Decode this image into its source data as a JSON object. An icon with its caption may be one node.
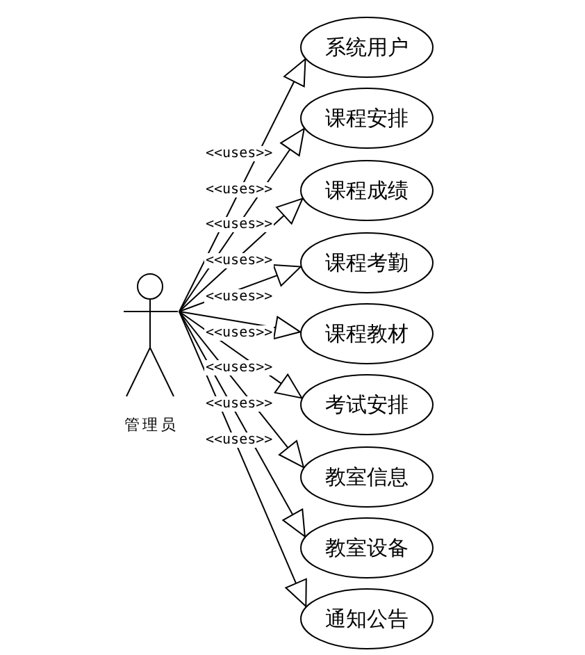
{
  "diagram": {
    "nodes": [
      {
        "text": [
          "管理员"
        ]
      },
      {
        "text": [
          "系统用户"
        ]
      },
      {
        "text": [
          "课程安排"
        ]
      },
      {
        "text": [
          "课程成绩"
        ]
      },
      {
        "text": [
          "课程考勤"
        ]
      },
      {
        "text": [
          "课程教材"
        ]
      },
      {
        "text": [
          "考试安排"
        ]
      },
      {
        "text": [
          "教室信息"
        ]
      },
      {
        "text": [
          "教室设备"
        ]
      },
      {
        "text": [
          "通知公告"
        ]
      }
    ],
    "edges": [
      {
        "from": 0,
        "to": 1,
        "arrow": "to",
        "label": "<<uses>>"
      },
      {
        "from": 0,
        "to": 2,
        "arrow": "to",
        "label": "<<uses>>"
      },
      {
        "from": 0,
        "to": 3,
        "arrow": "to",
        "label": "<<uses>>"
      },
      {
        "from": 0,
        "to": 4,
        "arrow": "to",
        "label": "<<uses>>"
      },
      {
        "from": 0,
        "to": 5,
        "arrow": "to",
        "label": "<<uses>>"
      },
      {
        "from": 0,
        "to": 6,
        "arrow": "to",
        "label": "<<uses>>"
      },
      {
        "from": 0,
        "to": 7,
        "arrow": "to",
        "label": "<<uses>>"
      },
      {
        "from": 0,
        "to": 8,
        "arrow": "to",
        "label": "<<uses>>"
      },
      {
        "from": 0,
        "to": 9,
        "arrow": "to",
        "label": "<<uses>>"
      }
    ]
  }
}
